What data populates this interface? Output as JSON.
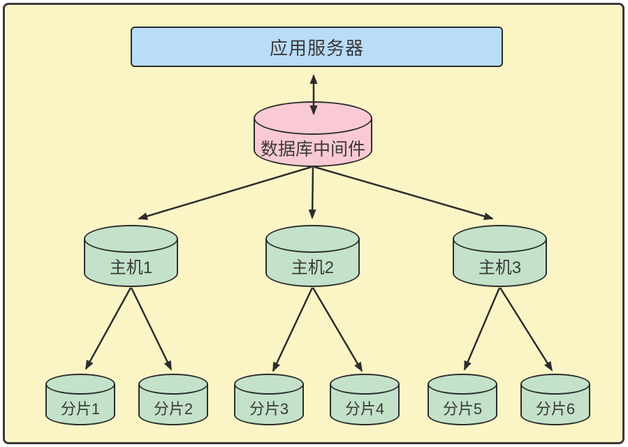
{
  "diagram": {
    "app_server": {
      "label": "应用服务器",
      "fill": "#B9DCF9"
    },
    "middleware": {
      "label": "数据库中间件",
      "fill": "#F9CAD3"
    },
    "hosts": [
      {
        "label": "主机1"
      },
      {
        "label": "主机2"
      },
      {
        "label": "主机3"
      }
    ],
    "shards": [
      {
        "label": "分片1"
      },
      {
        "label": "分片2"
      },
      {
        "label": "分片3"
      },
      {
        "label": "分片4"
      },
      {
        "label": "分片5"
      },
      {
        "label": "分片6"
      }
    ],
    "edges": [
      {
        "from": "应用服务器",
        "to": "数据库中间件",
        "bidirectional": true
      },
      {
        "from": "数据库中间件",
        "to": "主机1"
      },
      {
        "from": "数据库中间件",
        "to": "主机2"
      },
      {
        "from": "数据库中间件",
        "to": "主机3"
      },
      {
        "from": "主机1",
        "to": "分片1"
      },
      {
        "from": "主机1",
        "to": "分片2"
      },
      {
        "from": "主机2",
        "to": "分片3"
      },
      {
        "from": "主机2",
        "to": "分片4"
      },
      {
        "from": "主机3",
        "to": "分片5"
      },
      {
        "from": "主机3",
        "to": "分片6"
      }
    ],
    "colors": {
      "background": "#FBF5C6",
      "frame_border": "#3A3A3A",
      "stroke": "#2D2D2D",
      "text": "#3A3A3A",
      "node_green": "#C3E2C9",
      "node_blue": "#B9DCF9",
      "node_pink": "#F9CAD3"
    }
  }
}
